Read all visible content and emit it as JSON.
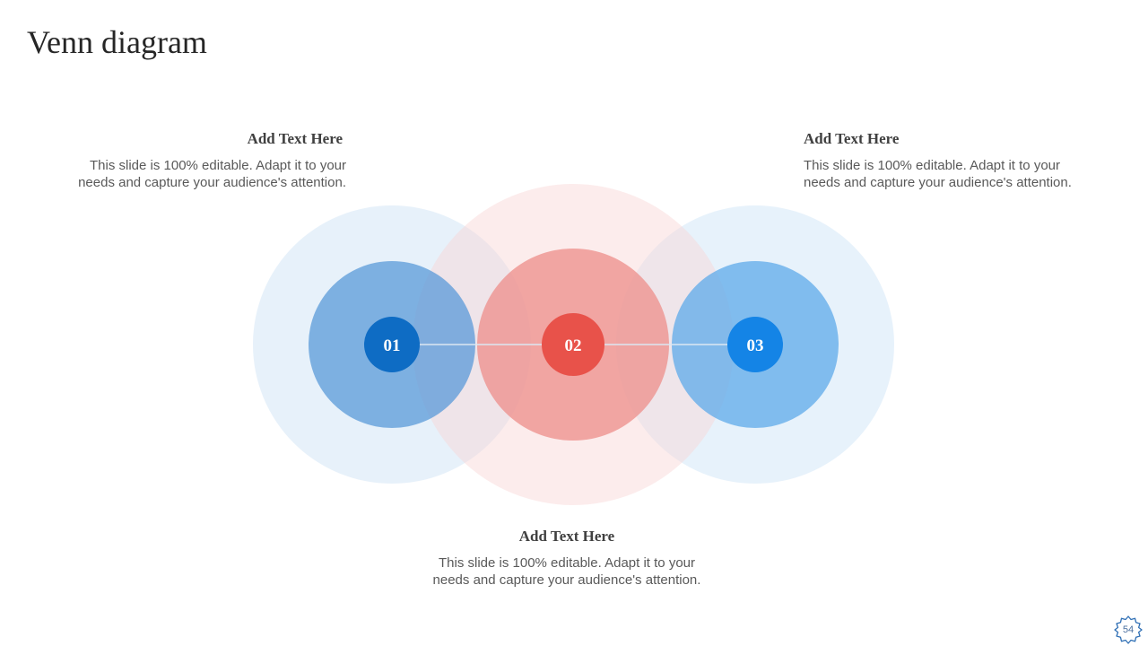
{
  "slide": {
    "title": "Venn diagram",
    "page_number": "54"
  },
  "blocks": [
    {
      "heading": "Add Text Here",
      "body": "This slide is 100% editable. Adapt it to your needs and capture your audience's attention."
    },
    {
      "heading": "Add Text Here",
      "body": "This slide is 100% editable. Adapt it to your needs and capture your audience's attention."
    },
    {
      "heading": "Add Text Here",
      "body": "This slide is 100% editable. Adapt it to your needs and capture your audience's attention."
    }
  ],
  "nodes": [
    {
      "label": "01",
      "color": "#0e6cc4"
    },
    {
      "label": "02",
      "color": "#e8524a"
    },
    {
      "label": "03",
      "color": "#1484e6"
    }
  ],
  "colors": {
    "blue_outer": "#cfe3f5",
    "blue_mid": "#5a9ad8",
    "red_outer": "#f9d4d4",
    "red_mid": "#ee8e8a",
    "light_blue_outer": "#cfe5f8",
    "light_blue_mid": "#5eaae9",
    "connector": "#dce7f2",
    "badge": "#2f6fb5"
  }
}
